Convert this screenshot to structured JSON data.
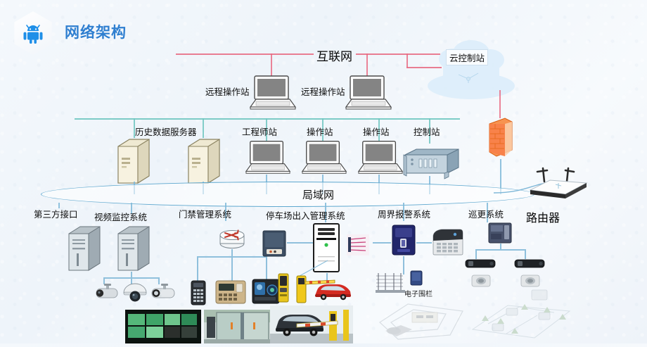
{
  "header": {
    "title": "网络架构",
    "icon": "android-robot-icon"
  },
  "tiers": {
    "internet": {
      "label": "互联网"
    },
    "lan": {
      "label": "局域网"
    }
  },
  "cloud": {
    "label": "云控制站"
  },
  "internet_nodes": [
    {
      "label": "远程操作站",
      "device": "laptop"
    },
    {
      "label": "远程操作站",
      "device": "laptop"
    }
  ],
  "mid_nodes": [
    {
      "label": "历史数据服务器",
      "device": "server-tower"
    },
    {
      "label": "工程师站",
      "device": "laptop"
    },
    {
      "label": "操作站",
      "device": "laptop"
    },
    {
      "label": "操作站",
      "device": "laptop"
    },
    {
      "label": "控制站",
      "device": "rack-server"
    }
  ],
  "firewall": {
    "name": "firewall-brick"
  },
  "router": {
    "label": "路由器",
    "device": "wireless-router"
  },
  "subsystems": [
    {
      "label": "第三方接口"
    },
    {
      "label": "视频监控系统"
    },
    {
      "label": "门禁管理系统"
    },
    {
      "label": "停车场出入管理系统"
    },
    {
      "label": "周界报警系统"
    },
    {
      "label": "巡更系统"
    }
  ],
  "annotations": [
    {
      "label": "电子围栏"
    }
  ],
  "colors": {
    "title": "#2f7fd0",
    "internet_bus": "#e8677f",
    "mid_bus": "#6fc6c0",
    "lan_outline": "#5fa8cf",
    "link": "#8fc0dc",
    "firewall": "#f4772e",
    "background": "#eef4fa"
  }
}
